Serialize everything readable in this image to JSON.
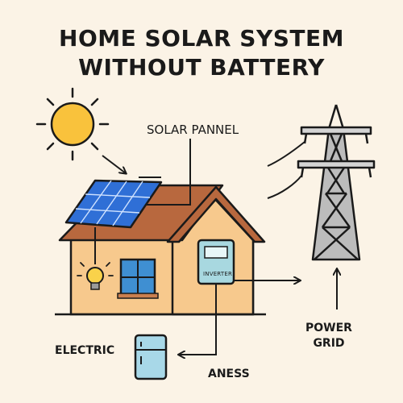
{
  "title": {
    "line1": "HOME SOLAR SYSTEM",
    "line2": "WITHOUT BATTERY"
  },
  "labels": {
    "solar_panel": "SOLAR PANNEL",
    "inverter": "INVERTER",
    "power_grid_line1": "POWER",
    "power_grid_line2": "GRID",
    "electric": "ELECTRIC",
    "aness": "ANESS"
  },
  "colors": {
    "background": "#fbf3e6",
    "sun": "#f9c23c",
    "panel": "#2f6fd6",
    "roof": "#b8683e",
    "wall": "#f7c98d",
    "window": "#3f8fd2",
    "inverter": "#a8d8e0",
    "fridge": "#a8d8e8",
    "bulb": "#f9d24a"
  }
}
